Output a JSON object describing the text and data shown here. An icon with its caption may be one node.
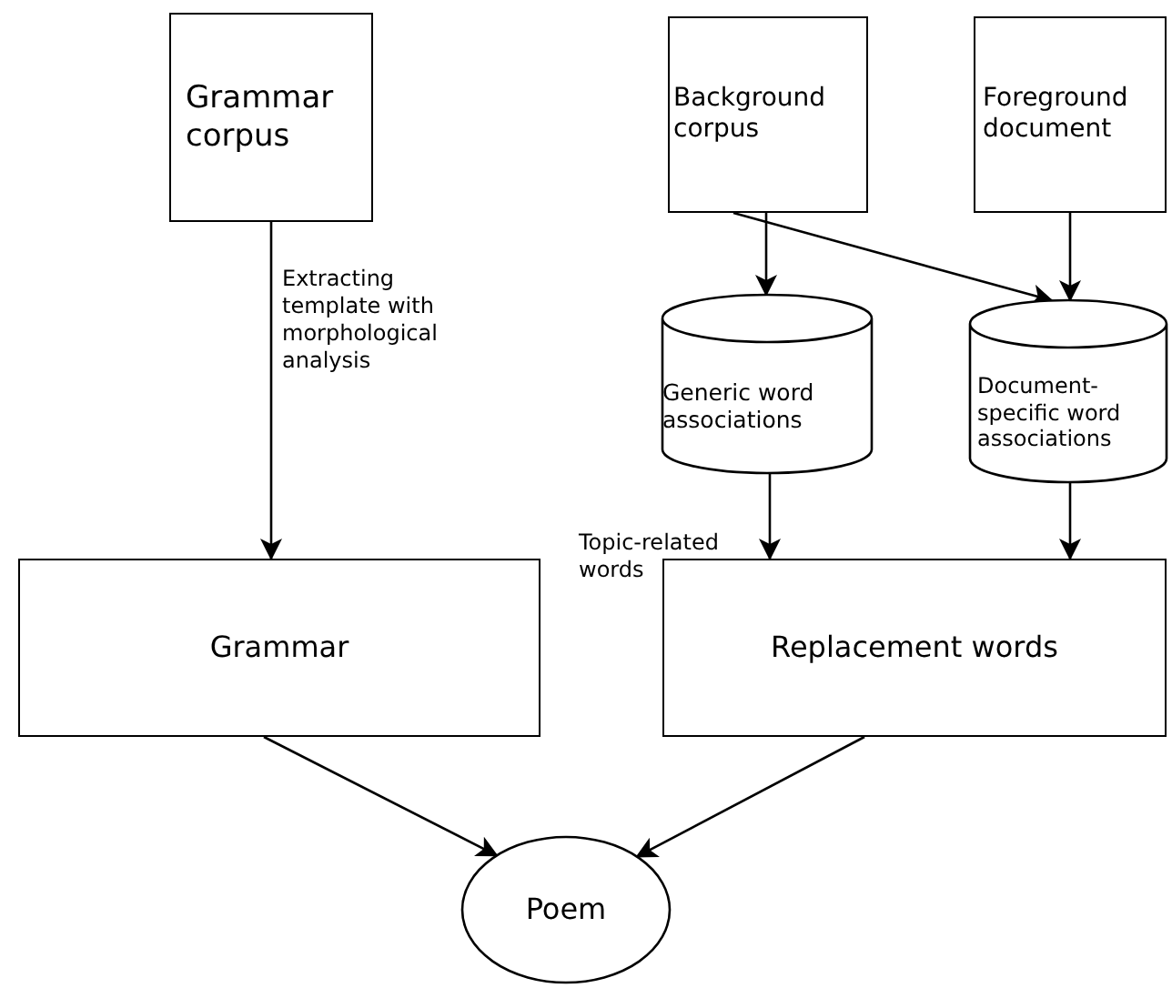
{
  "diagram": {
    "nodes": [
      {
        "text": [
          "Grammar corpus"
        ]
      },
      {
        "text": [
          "Background corpus"
        ]
      },
      {
        "text": [
          "Foreground document"
        ]
      },
      {
        "text": [
          "Generic word associations"
        ]
      },
      {
        "text": [
          "Document-specific word associations"
        ]
      },
      {
        "text": [
          "Grammar"
        ]
      },
      {
        "text": [
          "Replacement words"
        ]
      },
      {
        "text": [
          "Poem"
        ]
      }
    ],
    "edges": [
      {
        "from": 0,
        "to": 5,
        "arrow": "to",
        "label": "Extracting template with morphological analysis"
      },
      {
        "from": 1,
        "to": 3,
        "arrow": "to"
      },
      {
        "from": 1,
        "to": 4,
        "arrow": "to"
      },
      {
        "from": 2,
        "to": 4,
        "arrow": "to"
      },
      {
        "from": 3,
        "to": 6,
        "arrow": "to",
        "label": "Topic-related words"
      },
      {
        "from": 4,
        "to": 6,
        "arrow": "to"
      },
      {
        "from": 5,
        "to": 7,
        "arrow": "to"
      },
      {
        "from": 6,
        "to": 7,
        "arrow": "to"
      }
    ]
  }
}
